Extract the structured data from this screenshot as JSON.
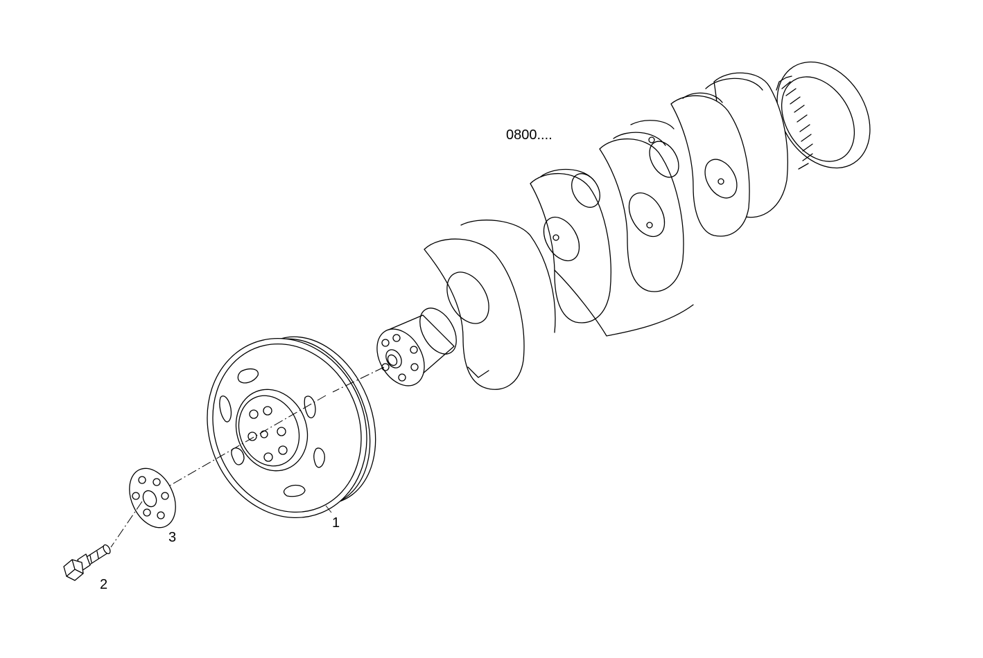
{
  "diagram": {
    "group_reference": "0800....",
    "callouts": [
      {
        "id": "pulley",
        "number": "1"
      },
      {
        "id": "bolt",
        "number": "2"
      },
      {
        "id": "washer",
        "number": "3"
      }
    ]
  }
}
